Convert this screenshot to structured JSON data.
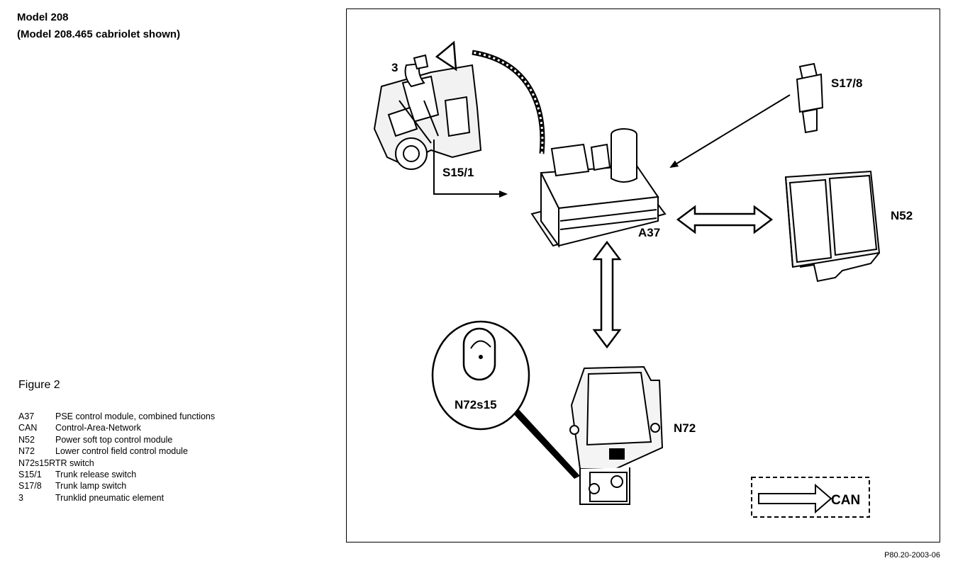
{
  "header": {
    "title_line1": "Model 208",
    "title_line2": "(Model 208.465 cabriolet shown)"
  },
  "figure_caption": "Figure 2",
  "legend": [
    {
      "code": "A37",
      "desc": "PSE control module, combined functions"
    },
    {
      "code": "CAN",
      "desc": "Control-Area-Network"
    },
    {
      "code": "N52",
      "desc": "Power soft top control module"
    },
    {
      "code": "N72",
      "desc": "Lower control field control module"
    },
    {
      "code": "N72s15",
      "desc": "RTR switch"
    },
    {
      "code": "S15/1",
      "desc": "Trunk release switch"
    },
    {
      "code": "S17/8",
      "desc": "Trunk lamp switch"
    },
    {
      "code": "3",
      "desc": "Trunklid pneumatic element"
    }
  ],
  "diagram_labels": {
    "a37": "A37",
    "n52": "N52",
    "n72": "N72",
    "n72s15": "N72s15",
    "s15_1": "S15/1",
    "s17_8": "S17/8",
    "item3": "3",
    "can": "CAN"
  },
  "reference_code": "P80.20-2003-06"
}
